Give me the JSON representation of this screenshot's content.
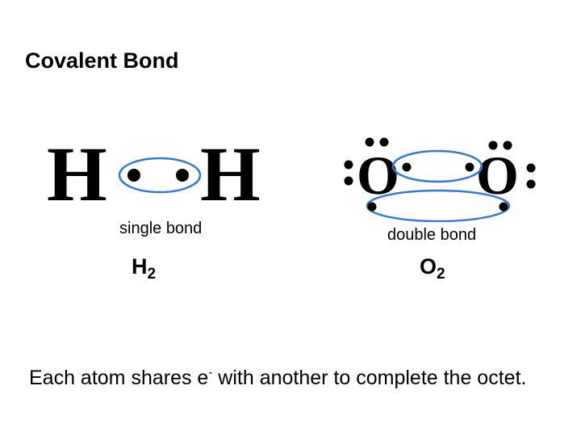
{
  "title": "Covalent Bond",
  "hydrogen": {
    "atom_left": "H",
    "atom_right": "H",
    "bond_label": "single bond",
    "formula_symbol": "H",
    "formula_subscript": "2"
  },
  "oxygen": {
    "atom_left": "O",
    "atom_right": "O",
    "bond_label": "double bond",
    "formula_symbol": "O",
    "formula_subscript": "2"
  },
  "footer": {
    "text_before": "Each atom shares e",
    "superscript": "-",
    "text_after": " with another to complete the octet."
  },
  "colors": {
    "bond_outline": "#3a78c8",
    "electron": "#000000"
  }
}
